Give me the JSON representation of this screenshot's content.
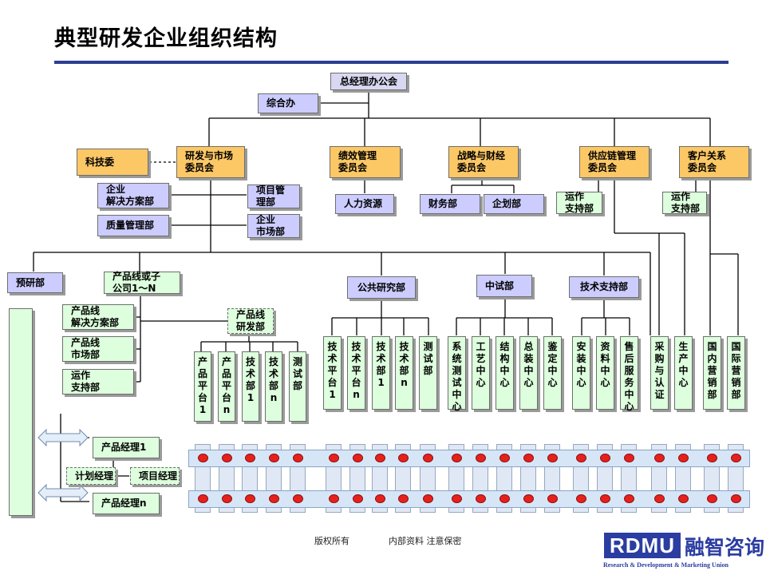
{
  "title": "典型研发企业组织结构",
  "top": {
    "gm_office": "总经理办公会",
    "general_office": "综合办"
  },
  "committees": {
    "science": "科技委",
    "rd_market": "研发与市场\n委员会",
    "performance": "绩效管理\n委员会",
    "strategy": "战略与财经\n委员会",
    "supply_chain": "供应链管理\n委员会",
    "customer": "客户关系\n委员会"
  },
  "rd_subs": {
    "solution": "企业\n解决方案部",
    "quality": "质量管理部",
    "project_mgmt": "项目管\n理部",
    "market": "企业\n市场部"
  },
  "perf_subs": {
    "hr": "人力资源"
  },
  "strategy_subs": {
    "finance": "财务部",
    "planning": "企划部"
  },
  "ops_support_1": "运作\n支持部",
  "ops_support_2": "运作\n支持部",
  "level3": {
    "pre_research": "预研部",
    "product_line": "产品线或子\n公司1～N",
    "public_research": "公共研究部",
    "pilot": "中试部",
    "tech_support": "技术支持部"
  },
  "product_line_subs": {
    "solution": "产品线\n解决方案部",
    "market": "产品线\n市场部",
    "ops": "运作\n支持部",
    "dev": "产品线\n研发部"
  },
  "dev_cols": [
    "产\n品\n平\n台\n1",
    "产\n品\n平\n台\nn",
    "技\n术\n部\n1",
    "技\n术\n部\nn",
    "测\n试\n部"
  ],
  "public_cols": [
    "技\n术\n平\n台\n1",
    "技\n术\n平\n台\nn",
    "技\n术\n部\n1",
    "技\n术\n部\nn",
    "测\n试\n部"
  ],
  "pilot_cols": [
    "系\n统\n测\n试\n中\n心",
    "工\n艺\n中\n心",
    "结\n构\n中\n心",
    "总\n装\n中\n心",
    "鉴\n定\n中\n心"
  ],
  "tech_cols": [
    "安\n装\n中\n心",
    "资\n料\n中\n心",
    "售\n后\n服\n务\n中\n心"
  ],
  "supply_cols": [
    "采\n购\n与\n认\n证",
    "生\n产\n中\n心"
  ],
  "customer_cols": [
    "国\n内\n营\n销\n部",
    "国\n际\n营\n销\n部"
  ],
  "pm": {
    "pm1": "产品经理1",
    "plan_mgr": "计划经理",
    "project_mgr": "项目经理",
    "pmn": "产品经理n"
  },
  "footer": {
    "copyright": "版权所有",
    "confidential": "内部资料 注意保密"
  },
  "logo": {
    "mark": "RDMU",
    "cn": "融智咨询",
    "sub": "Research & Development & Marketing Union"
  },
  "colors": {
    "title_rule": "#2c3e91",
    "orange": "#fcc866",
    "purple": "#ccccff",
    "green": "#ddffdd",
    "dot": "#e8201c"
  }
}
